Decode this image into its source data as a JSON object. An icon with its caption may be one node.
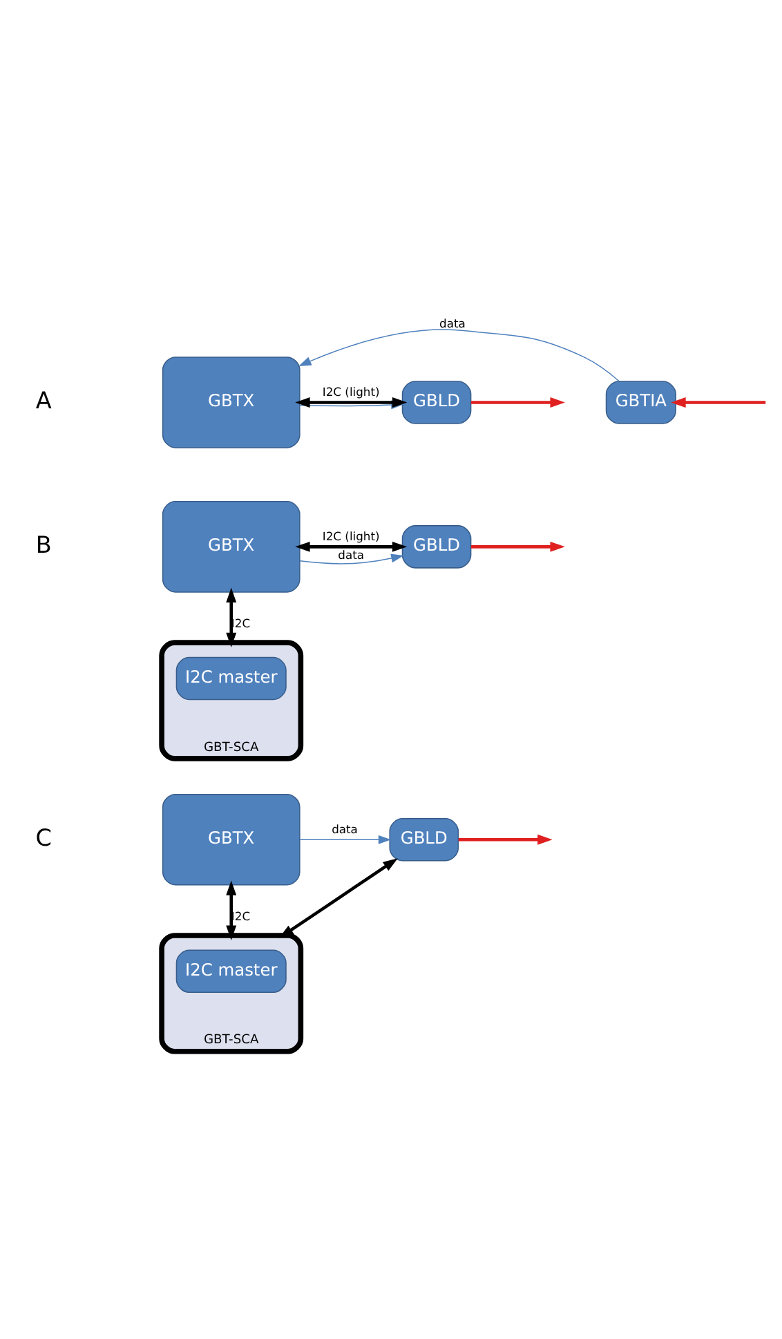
{
  "diagram": {
    "nodes": [
      {
        "text": [
          "GBTX"
        ]
      },
      {
        "text": [
          "GBTIA"
        ]
      },
      {
        "text": [
          "GBLD"
        ]
      },
      {
        "text": [
          "GBTX"
        ]
      },
      {
        "text": [
          "GBLD"
        ]
      },
      {
        "text": [
          "GBT-SCA"
        ]
      },
      {
        "text": [
          "I2C master"
        ],
        "in": 5
      },
      {
        "text": [
          "GBTX"
        ]
      },
      {
        "text": [
          "GBLD"
        ]
      },
      {
        "text": [
          "GBT-SCA"
        ]
      },
      {
        "text": [
          "I2C master"
        ],
        "in": 9
      }
    ],
    "edges": [
      {
        "from": 1,
        "to": 0,
        "arrow": "to",
        "label": "data",
        "color": "#4f81bd"
      },
      {
        "from": 0,
        "to": 2,
        "arrow": "to",
        "color": "#4f81bd"
      },
      {
        "from": null,
        "to": 1,
        "arrow": "to",
        "color": "#e02020"
      },
      {
        "from": 2,
        "to": null,
        "arrow": "to",
        "color": "#e02020"
      },
      {
        "from": 0,
        "to": 2,
        "arrow": "both",
        "label": "I2C (light)"
      },
      {
        "from": 3,
        "to": 4,
        "arrow": "to",
        "label": "data",
        "color": "#4f81bd"
      },
      {
        "from": 4,
        "to": null,
        "arrow": "to",
        "color": "#e02020"
      },
      {
        "from": 3,
        "to": 4,
        "arrow": "both",
        "label": "I2C (light)"
      },
      {
        "from": 3,
        "to": 5,
        "arrow": "both",
        "label": "I2C"
      },
      {
        "from": 7,
        "to": 8,
        "arrow": "to",
        "label": "data",
        "color": "#4f81bd"
      },
      {
        "from": 8,
        "to": null,
        "arrow": "to",
        "color": "#e02020"
      },
      {
        "from": 7,
        "to": 9,
        "arrow": "both",
        "label": "I2C"
      },
      {
        "from": 8,
        "to": 9,
        "arrow": "both"
      }
    ],
    "labels": [
      "A",
      "B",
      "C"
    ]
  }
}
